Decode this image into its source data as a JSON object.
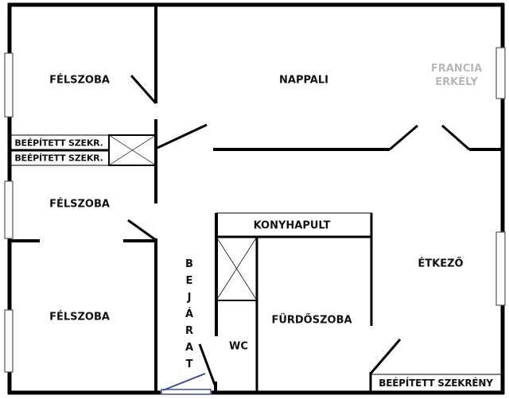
{
  "rooms": {
    "felszoba_1": "FÉLSZOBA",
    "felszoba_2": "FÉLSZOBA",
    "felszoba_3": "FÉLSZOBA",
    "nappali": "NAPPALI",
    "francia_erkely_line1": "FRANCIA",
    "francia_erkely_line2": "ERKÉLY",
    "konyhapult": "KONYHAPULT",
    "etkezo": "ÉTKEZŐ",
    "furdoszoba": "FÜRDŐSZOBA",
    "wc": "WC",
    "bejarat": [
      "B",
      "E",
      "J",
      "Á",
      "R",
      "A",
      "T"
    ],
    "beepitett_szekr_1": "BEÉPÍTETT SZEKR.",
    "beepitett_szekr_2": "BEÉPÍTETT SZEKR.",
    "beepitett_szekreny": "BEÉPÍTETT SZEKRÉNY"
  },
  "colors": {
    "wall": "#000000",
    "entrance_door": "#3a4aa0",
    "light_label": "#b8b8b8"
  }
}
